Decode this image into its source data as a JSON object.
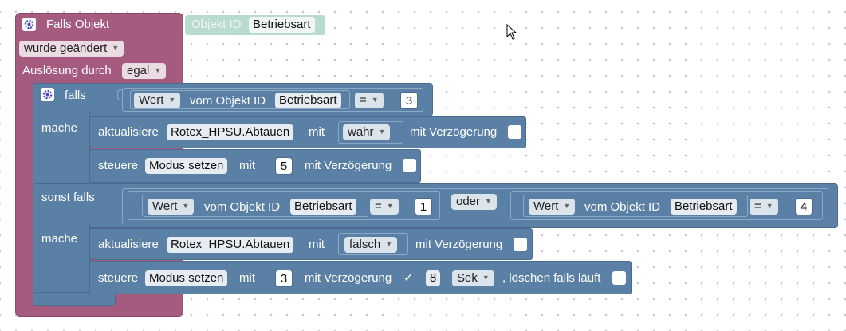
{
  "event_block": {
    "title": "Falls Objekt",
    "trigger": "wurde geändert",
    "trigger_by_label": "Auslösung durch",
    "trigger_by_value": "egal"
  },
  "object_id": {
    "label": "Objekt ID",
    "value": "Betriebsart"
  },
  "if_block": {
    "if_label": "falls",
    "do_label": "mache",
    "elseif_label": "sonst falls",
    "do2_label": "mache"
  },
  "cond1": {
    "value_dropdown": "Wert",
    "of_object": "vom Objekt ID",
    "object": "Betriebsart",
    "operator": "=",
    "number": "3"
  },
  "update1": {
    "label": "aktualisiere",
    "target": "Rotex_HPSU.Abtauen",
    "with": "mit",
    "value": "wahr",
    "delay_label": "mit Verzögerung"
  },
  "control1": {
    "label": "steuere",
    "target": "Modus setzen",
    "with": "mit",
    "number": "5",
    "delay_label": "mit Verzögerung"
  },
  "cond2": {
    "left": {
      "value_dropdown": "Wert",
      "of_object": "vom Objekt ID",
      "object": "Betriebsart",
      "operator": "=",
      "number": "1"
    },
    "logic_op": "oder",
    "right": {
      "value_dropdown": "Wert",
      "of_object": "vom Objekt ID",
      "object": "Betriebsart",
      "operator": "=",
      "number": "4"
    }
  },
  "update2": {
    "label": "aktualisiere",
    "target": "Rotex_HPSU.Abtauen",
    "with": "mit",
    "value": "falsch",
    "delay_label": "mit Verzögerung"
  },
  "control2": {
    "label": "steuere",
    "target": "Modus setzen",
    "with": "mit",
    "number": "3",
    "delay_label": "mit Verzögerung",
    "delay_check": "✓",
    "delay_value": "8",
    "unit": "Sek",
    "clear_label": ", löschen falls läuft"
  },
  "colors": {
    "event": "#a55b80",
    "logic": "#5b80a5",
    "object_id": "#b9dccf"
  }
}
